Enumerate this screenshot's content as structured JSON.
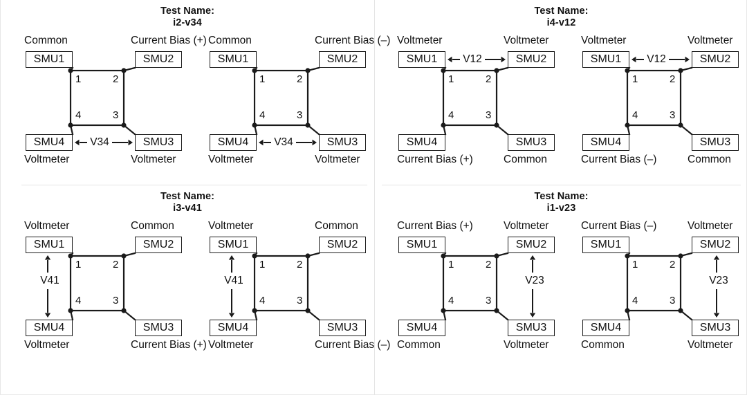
{
  "figure": {
    "type": "diagram",
    "description": "Van der Pauw four-terminal SMU connection diagrams",
    "divider_color": "#e4e4e4",
    "line_color": "#1a1a1a",
    "background": "#ffffff"
  },
  "panels": [
    {
      "id": "panel-i2-v34",
      "title_line1": "Test Name:",
      "title_line2": "i2-v34",
      "diagrams": [
        {
          "id": "i2-v34-pos",
          "smu": {
            "tl": "SMU1",
            "tr": "SMU2",
            "bl": "SMU4",
            "br": "SMU3"
          },
          "roles": {
            "tl": "Common",
            "tr": "Current Bias (+)",
            "bl": "Voltmeter",
            "br": "Voltmeter"
          },
          "nodes": {
            "tl": "1",
            "tr": "2",
            "br": "3",
            "bl": "4"
          },
          "measure": {
            "label": "V34",
            "orientation": "horizontal",
            "position": "bottom"
          }
        },
        {
          "id": "i2-v34-neg",
          "smu": {
            "tl": "SMU1",
            "tr": "SMU2",
            "bl": "SMU4",
            "br": "SMU3"
          },
          "roles": {
            "tl": "Common",
            "tr": "Current Bias (–)",
            "bl": "Voltmeter",
            "br": "Voltmeter"
          },
          "nodes": {
            "tl": "1",
            "tr": "2",
            "br": "3",
            "bl": "4"
          },
          "measure": {
            "label": "V34",
            "orientation": "horizontal",
            "position": "bottom"
          }
        }
      ]
    },
    {
      "id": "panel-i4-v12",
      "title_line1": "Test Name:",
      "title_line2": "i4-v12",
      "diagrams": [
        {
          "id": "i4-v12-pos",
          "smu": {
            "tl": "SMU1",
            "tr": "SMU2",
            "bl": "SMU4",
            "br": "SMU3"
          },
          "roles": {
            "tl": "Voltmeter",
            "tr": "Voltmeter",
            "bl": "Current Bias (+)",
            "br": "Common"
          },
          "nodes": {
            "tl": "1",
            "tr": "2",
            "br": "3",
            "bl": "4"
          },
          "measure": {
            "label": "V12",
            "orientation": "horizontal",
            "position": "top"
          }
        },
        {
          "id": "i4-v12-neg",
          "smu": {
            "tl": "SMU1",
            "tr": "SMU2",
            "bl": "SMU4",
            "br": "SMU3"
          },
          "roles": {
            "tl": "Voltmeter",
            "tr": "Voltmeter",
            "bl": "Current Bias (–)",
            "br": "Common"
          },
          "nodes": {
            "tl": "1",
            "tr": "2",
            "br": "3",
            "bl": "4"
          },
          "measure": {
            "label": "V12",
            "orientation": "horizontal",
            "position": "top"
          }
        }
      ]
    },
    {
      "id": "panel-i3-v41",
      "title_line1": "Test Name:",
      "title_line2": "i3-v41",
      "diagrams": [
        {
          "id": "i3-v41-pos",
          "smu": {
            "tl": "SMU1",
            "tr": "SMU2",
            "bl": "SMU4",
            "br": "SMU3"
          },
          "roles": {
            "tl": "Voltmeter",
            "tr": "Common",
            "bl": "Voltmeter",
            "br": "Current Bias (+)"
          },
          "nodes": {
            "tl": "1",
            "tr": "2",
            "br": "3",
            "bl": "4"
          },
          "measure": {
            "label": "V41",
            "orientation": "vertical",
            "position": "left"
          }
        },
        {
          "id": "i3-v41-neg",
          "smu": {
            "tl": "SMU1",
            "tr": "SMU2",
            "bl": "SMU4",
            "br": "SMU3"
          },
          "roles": {
            "tl": "Voltmeter",
            "tr": "Common",
            "bl": "Voltmeter",
            "br": "Current Bias (–)"
          },
          "nodes": {
            "tl": "1",
            "tr": "2",
            "br": "3",
            "bl": "4"
          },
          "measure": {
            "label": "V41",
            "orientation": "vertical",
            "position": "left"
          }
        }
      ]
    },
    {
      "id": "panel-i1-v23",
      "title_line1": "Test Name:",
      "title_line2": "i1-v23",
      "diagrams": [
        {
          "id": "i1-v23-pos",
          "smu": {
            "tl": "SMU1",
            "tr": "SMU2",
            "bl": "SMU4",
            "br": "SMU3"
          },
          "roles": {
            "tl": "Current Bias (+)",
            "tr": "Voltmeter",
            "bl": "Common",
            "br": "Voltmeter"
          },
          "nodes": {
            "tl": "1",
            "tr": "2",
            "br": "3",
            "bl": "4"
          },
          "measure": {
            "label": "V23",
            "orientation": "vertical",
            "position": "right"
          }
        },
        {
          "id": "i1-v23-neg",
          "smu": {
            "tl": "SMU1",
            "tr": "SMU2",
            "bl": "SMU4",
            "br": "SMU3"
          },
          "roles": {
            "tl": "Current Bias (–)",
            "tr": "Voltmeter",
            "bl": "Common",
            "br": "Voltmeter"
          },
          "nodes": {
            "tl": "1",
            "tr": "2",
            "br": "3",
            "bl": "4"
          },
          "measure": {
            "label": "V23",
            "orientation": "vertical",
            "position": "right"
          }
        }
      ]
    }
  ]
}
